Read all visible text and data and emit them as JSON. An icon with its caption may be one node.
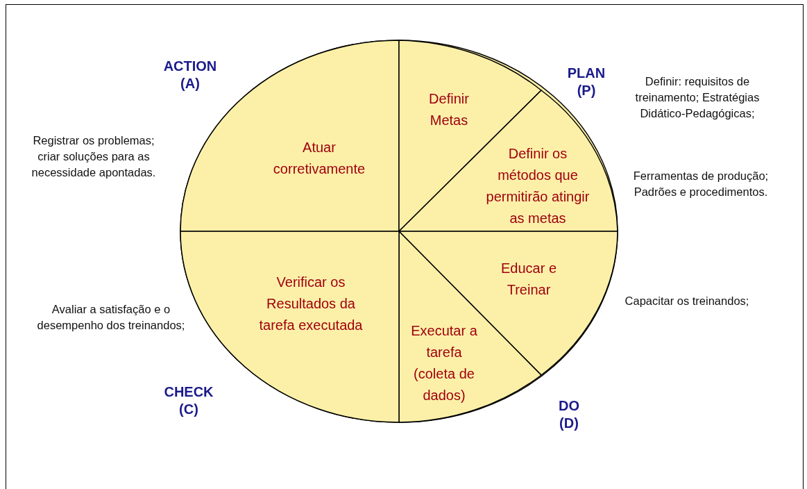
{
  "diagram": {
    "nodes": [
      {
        "text": [],
        "shape": "circle"
      },
      {
        "text": [
          "Atuar corretivamente"
        ],
        "in": 0
      },
      {
        "text": [
          "Definir Metas"
        ],
        "in": 0
      },
      {
        "text": [
          "Definir os métodos que permitirão atingir as metas"
        ],
        "in": 0
      },
      {
        "text": [
          "Educar e Treinar"
        ],
        "in": 0
      },
      {
        "text": [
          "Executar a tarefa (coleta de dados)"
        ],
        "in": 0
      },
      {
        "text": [
          "Verificar os Resultados da tarefa executada"
        ],
        "in": 0
      }
    ],
    "labels": [
      "ACTION (A)",
      "PLAN (P)",
      "Definir: requisitos de treinamento; Estratégias Didático-Pedagógicas;",
      "Registrar os problemas; criar soluções para as necessidade apontadas.",
      "Ferramentas de produção; Padrões e procedimentos.",
      "Capacitar os treinandos;",
      "Avaliar a satisfação e o desempenho dos treinandos;",
      "CHECK (C)",
      "DO (D)"
    ]
  }
}
